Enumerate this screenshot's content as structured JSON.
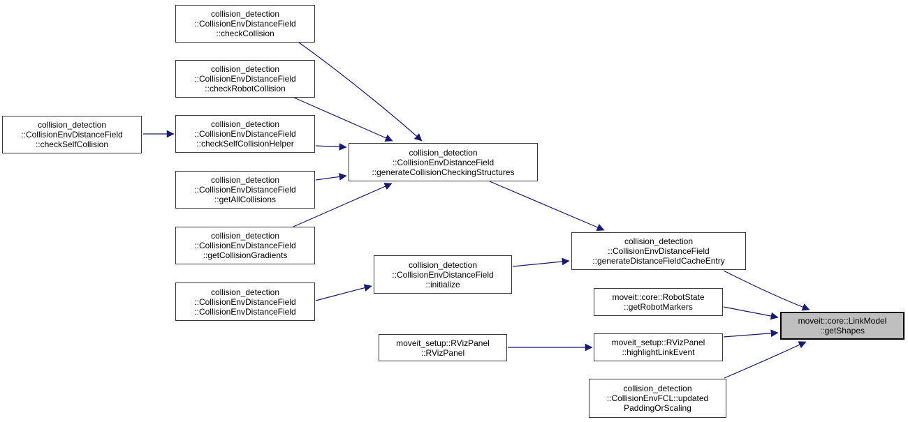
{
  "diagram": {
    "type": "call-graph",
    "colors": {
      "background": "#ffffff",
      "edge": "#191970",
      "node_border": "#383838",
      "node_fill": "#ffffff",
      "highlighted_node_fill": "#bfbfbf",
      "text": "#000000"
    },
    "nodes": [
      {
        "id": "check-collision",
        "text": "collision_detection\n::CollisionEnvDistanceField\n::checkCollision"
      },
      {
        "id": "check-robot-collision",
        "text": "collision_detection\n::CollisionEnvDistanceField\n::checkRobotCollision"
      },
      {
        "id": "check-self-collision",
        "text": "collision_detection\n::CollisionEnvDistanceField\n::checkSelfCollision"
      },
      {
        "id": "check-self-collision-helper",
        "text": "collision_detection\n::CollisionEnvDistanceField\n::checkSelfCollisionHelper"
      },
      {
        "id": "get-all-collisions",
        "text": "collision_detection\n::CollisionEnvDistanceField\n::getAllCollisions"
      },
      {
        "id": "get-collision-gradients",
        "text": "collision_detection\n::CollisionEnvDistanceField\n::getCollisionGradients"
      },
      {
        "id": "collision-env-distance-field-ctor",
        "text": "collision_detection\n::CollisionEnvDistanceField\n::CollisionEnvDistanceField"
      },
      {
        "id": "generate-collision-checking-structures",
        "text": "collision_detection\n::CollisionEnvDistanceField\n::generateCollisionCheckingStructures"
      },
      {
        "id": "initialize",
        "text": "collision_detection\n::CollisionEnvDistanceField\n::initialize"
      },
      {
        "id": "generate-distance-field-cache-entry",
        "text": "collision_detection\n::CollisionEnvDistanceField\n::generateDistanceFieldCacheEntry"
      },
      {
        "id": "get-robot-markers",
        "text": "moveit::core::RobotState\n::getRobotMarkers"
      },
      {
        "id": "rviz-panel-ctor",
        "text": "moveit_setup::RVizPanel\n::RVizPanel"
      },
      {
        "id": "highlight-link-event",
        "text": "moveit_setup::RVizPanel\n::highlightLinkEvent"
      },
      {
        "id": "updated-padding-or-scaling",
        "text": "collision_detection\n::CollisionEnvFCL::updated\nPaddingOrScaling"
      },
      {
        "id": "get-shapes",
        "text": "moveit::core::LinkModel\n::getShapes",
        "highlighted": true
      }
    ],
    "edges": [
      {
        "from": "check-collision",
        "to": "generate-collision-checking-structures"
      },
      {
        "from": "check-robot-collision",
        "to": "generate-collision-checking-structures"
      },
      {
        "from": "check-self-collision",
        "to": "check-self-collision-helper"
      },
      {
        "from": "check-self-collision-helper",
        "to": "generate-collision-checking-structures"
      },
      {
        "from": "get-all-collisions",
        "to": "generate-collision-checking-structures"
      },
      {
        "from": "get-collision-gradients",
        "to": "generate-collision-checking-structures"
      },
      {
        "from": "generate-collision-checking-structures",
        "to": "generate-distance-field-cache-entry"
      },
      {
        "from": "collision-env-distance-field-ctor",
        "to": "initialize"
      },
      {
        "from": "initialize",
        "to": "generate-distance-field-cache-entry"
      },
      {
        "from": "generate-distance-field-cache-entry",
        "to": "get-shapes"
      },
      {
        "from": "get-robot-markers",
        "to": "get-shapes"
      },
      {
        "from": "rviz-panel-ctor",
        "to": "highlight-link-event"
      },
      {
        "from": "highlight-link-event",
        "to": "get-shapes"
      },
      {
        "from": "updated-padding-or-scaling",
        "to": "get-shapes"
      }
    ]
  }
}
